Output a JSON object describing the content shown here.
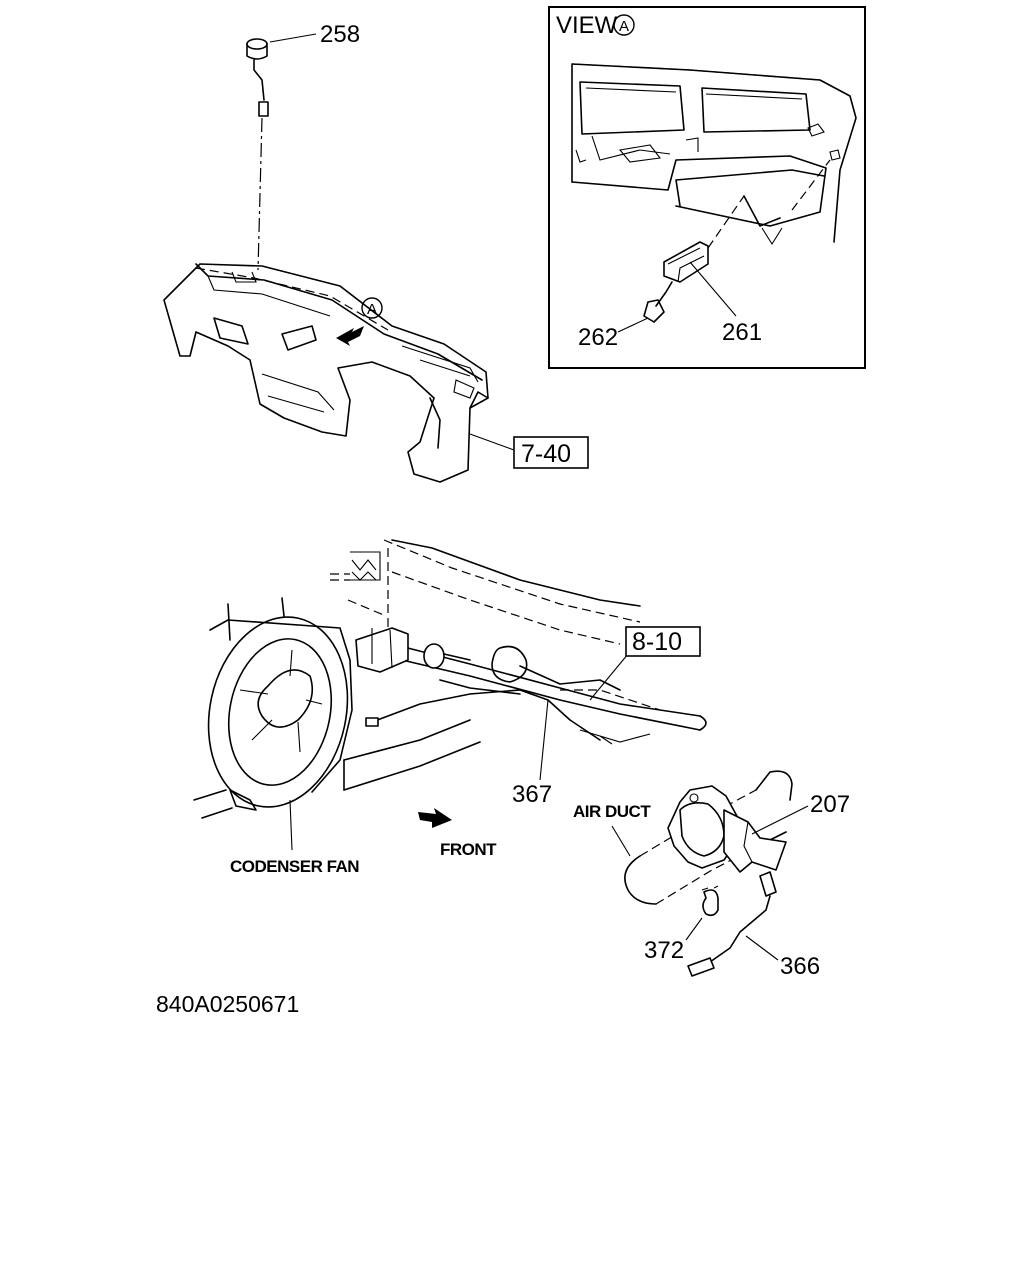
{
  "inset": {
    "view_label": "VIEW",
    "view_marker": "A"
  },
  "part_numbers": {
    "p258": "258",
    "p261": "261",
    "p262": "262",
    "p207": "207",
    "p367": "367",
    "p372": "372",
    "p366": "366"
  },
  "refs": {
    "r740": "7-40",
    "r810": "8-10"
  },
  "marker_a": "A",
  "captions": {
    "air_duct": "AIR DUCT",
    "condenser_fan": "CODENSER FAN",
    "front": "FRONT"
  },
  "drawing_code": "840A0250671"
}
